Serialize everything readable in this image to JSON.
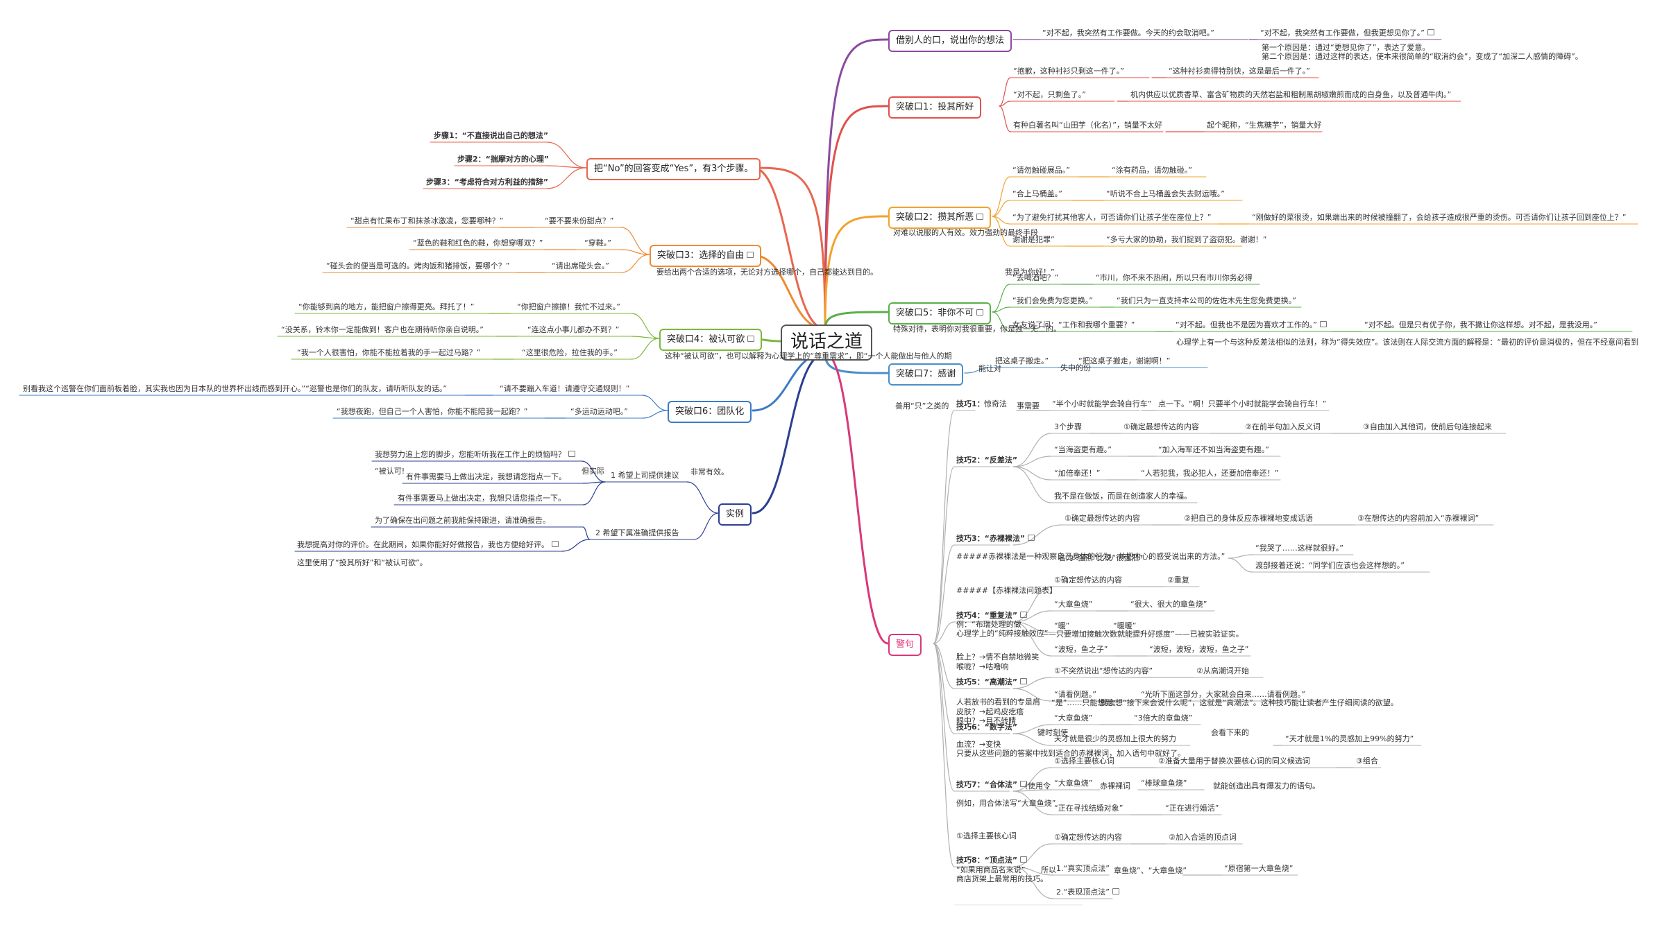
{
  "root": {
    "text": "说话之道"
  },
  "colors": {
    "b_borrow": "#8a4aa0",
    "b_n1": "#e0504a",
    "b_yes": "#e8664f",
    "b_n3": "#ef8a33",
    "b_n2": "#f2a22c",
    "b_n4": "#7cb83c",
    "b_n5": "#5aaf4a",
    "b_n7": "#4a8fc8",
    "b_n6": "#3b7bc5",
    "b_ex": "#2c3f92",
    "b_jj": "#d9387a",
    "b_jj_text": "#e2397b",
    "line": "#b0b0b0"
  },
  "branches": {
    "borrow": {
      "title": "借别人的口，说出你的想法",
      "l1": "“对不起，我突然有工作要做。今天的约会取消吧。”",
      "l2": "“对不起，我突然有工作要做，但我更想见你了。”",
      "r1": "第一个原因是：通过“更想见你了”，表达了爱意。",
      "r2": "第二个原因是：通过这样的表达，使本来很简单的“取消约会”，变成了“加深二人感情的障碍”。"
    },
    "n1": {
      "title": "突破口1：投其所好",
      "a1": "“抱歉，这种衬衫只剩这一件了。”",
      "a2": "“这种衬衫卖得特别快，这是最后一件了。”",
      "b1": "“对不起，只剩鱼了。”",
      "b2": "机内供应以优质香草、富含矿物质的天然岩盐和粗制黑胡椒嫩煎而成的白身鱼，以及普通牛肉。”",
      "c1": "有种白薯名叫“山田芋（化名）”，销量不太好",
      "c2": "起个昵称，“生焦糖芋”，销量大好"
    },
    "yes": {
      "title": "把“No”的回答变成“Yes”，有3个步骤。",
      "s1": "步骤1：“不直接说出自己的想法”",
      "s2": "步骤2：“揣摩对方的心理”",
      "s3": "步骤3：“考虑符合对方利益的措辞”"
    },
    "n3": {
      "title": "突破口3：选择的自由",
      "a1": "“甜点有忙果布丁和抹茶冰激凌，您要哪种？”",
      "a2": "“要不要来份甜点？”",
      "b1": "“蓝色的鞋和红色的鞋，你想穿哪双？”",
      "b2": "“穿鞋。”",
      "c1": "“碰头会的便当是可选的。烤肉饭和猪排饭，要哪个？”",
      "c2": "“请出席碰头会。”",
      "note": "要给出两个合适的选项，无论对方选择哪个，自己都能达到目的。"
    },
    "n2": {
      "title": "突破口2：攒其所恶",
      "a1": "“请勿触碰展品。”",
      "a2": "“涂有药品，请勿触碰。”",
      "b1": "“合上马桶盖。”",
      "b2": "“听说不合上马桶盖会失去财运哦。”",
      "c1": "“为了避免打扰其他客人，可否请你们让孩子坐在座位上？”",
      "c2": "“刚做好的菜很烫，如果端出来的时候被撞翻了，会给孩子造成很严重的烫伤。可否请你们让孩子回到座位上？”",
      "d1": "谢谢是犯罪”",
      "d2": "“多亏大家的协助，我们捉到了盗窃犯。谢谢！”",
      "note": "对难以说服的人有效。效力强劲的最终手段",
      "note2": "我是为你好！”"
    },
    "n5": {
      "title": "突破口5：非你不可",
      "a1": "“去喝酒吧？”",
      "a2": "“市川，你不来不热闹，所以只有市川你务必得",
      "b1": "“我们会免费为您更换。”",
      "b2": "“我们只为一直支持本公司的佐佐木先生您免费更换。”",
      "c1": "女友说了问：“工作和我哪个重要？”",
      "c2": "“对不起。但我也不是因为喜欢才工作的。”",
      "c3": "“对不起。但是只有优子你，我不撒让你这样想。对不起，是我没用。”",
      "note": "特殊对待，表明你对我很重要，你是独一无二的。",
      "note2": "心理学上有一个与这种反差法相似的法则，称为“得失效应”。该法则在人际交流方面的解释是：“最初的评价是消极的，但在不经意间看到"
    },
    "n7": {
      "title": "突破口7：感谢",
      "a1": "把这桌子搬走。”",
      "a2": "“把这桌子搬走，谢谢啊！”",
      "note": "能让对",
      "note2": "失中的份"
    },
    "n4": {
      "title": "突破口4：被认可欲",
      "a1": "“你能够到高的地方，能把窗户擦得更亮。拜托了！”",
      "a2": "“你把窗户擦擦！我忙不过来。”",
      "b1": "“没关系，铃木你一定能做到！客户也在期待听你亲自说明。”",
      "b2": "“连这点小事儿都办不到？”",
      "c1": "“我一个人很害怕，你能不能拉着我的手一起过马路？”",
      "c2": "“这里很危险，拉住我的手。”",
      "note": "这种“被认可欲”，也可以解释为心理学上的“尊重需求”，即“一个人能做出与他人的期"
    },
    "n6": {
      "title": "突破口6：团队化",
      "a1": "别看我这个巡警在你们面前板着脸，其实我也因为日本队的世界杯出线而感到开心。”“巡警也是你们的队友，请听听队友的话。”",
      "a2": "“请不要蹦入车道！请遵守交通规则！”",
      "b1": "“我想夜跑，但自己一个人害怕，你能不能陪我一起跑？”",
      "b2": "“多运动运动吧。”"
    },
    "ex": {
      "title": "实例",
      "c1": "1 希望上司提供建议",
      "c1a": "我想努力追上您的脚步，您能听听我在工作上的烦恼吗？",
      "c1b": "有件事需要马上做出决定，我想请您指点一下。",
      "c1c": "有件事需要马上做出决定，我想只请您指点一下。",
      "c1n": "“被认可!",
      "c1n2": "但实际",
      "c1n3": "非常有效。",
      "c2": "2 希望下属准确提供报告",
      "c2a": "为了确保在出问题之前我能保持跟进，请准确报告。",
      "c2b": "我想提高对你的评价。在此期间，如果你能好好做报告，我也方便给好评。",
      "c2n": "这里使用了“投其所好”和“被认可欲”。"
    },
    "jj": {
      "title": "警句",
      "t1": "技巧1：",
      "t1b": "惊奇法",
      "t1n": "善用“只”之类的",
      "t1x": "事需要",
      "t1a": "“半个小时就能学会骑自行车”",
      "t1c": "点一下。“啊！只要半个小时就能学会骑自行车！”",
      "t2": "技巧2：“反差法”",
      "t2s": "3个步骤",
      "t2s1": "①确定最想传达的内容",
      "t2s2": "②在前半句加入反义词",
      "t2s3": "③自由加入其他词，使前后句连接起来",
      "t2a1": "“当海盗更有趣。”",
      "t2a2": "“加入海军还不如当海盗更有趣。”",
      "t2b1": "“加倍奉还！”",
      "t2b2": "“人若犯我，我必犯人，还要加倍奉还！”",
      "t2c": "我不是在做饭，而是在创造家人的幸福。",
      "t3": "技巧3：“赤裸裸法”",
      "t3s1": "①确定最想传达的内容",
      "t3s2": "②把自己的身体反应赤裸裸地变成话语",
      "t3s3": "③在想传达的内容前加入“赤裸裸词”",
      "t3n": "#####赤裸裸法是一种观察自己身体的行为，并把内心的感受说出来的方法。”",
      "t3n2": "名为“强烈”比说“很强烈”",
      "t3a": "“我哭了……这样就很好。”",
      "t3b": "渡部接着还说：“同学们应该也会这样想的。”",
      "t3t": "#####【赤裸裸法问题表】",
      "t4": "技巧4：“重复法”",
      "t4s1": "①确定想传达的内容",
      "t4s2": "②重复",
      "t4a1": "“大章鱼烧”",
      "t4a2": "“很大、很大的章鱼烧”",
      "t4b1": "“暖”",
      "t4b2": "“暖暖”",
      "t4n1": "例：“布瑞处理的做",
      "t4n2": "心理学上的“纯粹接触效应”",
      "t4n3": "——只要增加接触次数就能提升好感度”——已被实验证实。",
      "t4c1": "“波短，鱼之子”",
      "t4c2": "“波短，波短，波短，鱼之子”",
      "t4q": "脸上？→情不自禁地微笑",
      "t4q2": "喉咙？→咕噜响",
      "t5": "技巧5：“高潮法”",
      "t5s1": "①不突然说出“想传达的内容”",
      "t5s2": "②从高潮词开始",
      "t5a1": "“请看例题。”",
      "t5a2": "“光听下面这部分，大家就会白来……请看例题。”",
      "t5n1": "“是”……只能想到：",
      "t5n2": "就会想“接下来会说什么呢”，这就是“高潮法”。这种技巧能让读者产生仔细阅读的欲望。",
      "t5q1": "人若放书的看到的专是肩",
      "t5q2": "皮肤？→起鸡皮疙瘩",
      "t5q3": "眼中？→目不转睛",
      "t6": "技巧6：“数字法”",
      "t6a1": "“大章鱼烧”",
      "t6a2": "“3倍大的章鱼烧”",
      "t6b1": "天才就是很少的灵感加上很大的努力",
      "t6b2": "“天才就是1%的灵感加上99%的努力”",
      "t6n1": "键时刻使",
      "t6n2": "会看下来的",
      "t6q1": "血流？→变快",
      "t6q2": "只要从这些问题的答案中找到适合的赤裸裸词，加入语句中就好了。",
      "t7": "技巧7：“合体法”",
      "t7n": "（使用令",
      "t7s1": "①选择主要核心词",
      "t7s2": "②准备大量用于替换次要核心词的同义候选词",
      "t7s3": "③组合",
      "t7a1": "“大章鱼烧”",
      "t7a2": "赤裸裸词",
      "t7a3": "“棒球章鱼烧”",
      "t7a4": "就能创造出具有爆发力的语句。",
      "t7b0": "例如，用合体法写“大章鱼烧”",
      "t7b1": "“正在寻找结婚对象”",
      "t7b2": "“正在进行婚活”",
      "t8": "技巧8：“顶点法”",
      "t8s0": "①选择主要核心词",
      "t8s1": "①确定想传达的内容",
      "t8s2": "②加入合适的顶点词",
      "t8n1": "“如果用商品名来说”",
      "t8n2": "商店货架上最常用的技巧。",
      "t8n3": "所以",
      "t8a1": "1.“真实顶点法”",
      "t8a2": "章鱼烧”、“大章鱼烧”",
      "t8a3": "“原宿第一大章鱼烧”",
      "t8b": "2.“表现顶点法”"
    }
  }
}
